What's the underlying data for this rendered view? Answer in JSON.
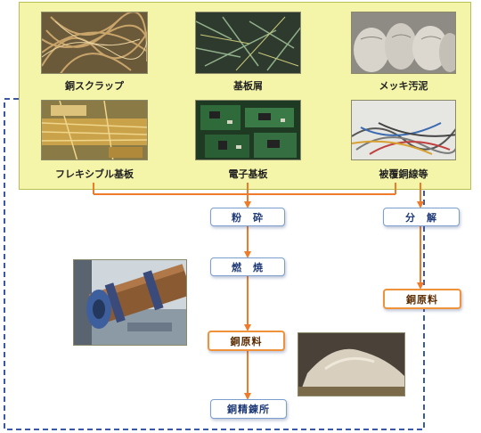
{
  "materials": [
    {
      "id": "copper-scrap",
      "label": "銅スクラップ"
    },
    {
      "id": "board-scrap",
      "label": "基板屑"
    },
    {
      "id": "plating-sludge",
      "label": "メッキ汚泥"
    },
    {
      "id": "flexible-board",
      "label": "フレキシブル基板"
    },
    {
      "id": "electronic-board",
      "label": "電子基板"
    },
    {
      "id": "coated-wire",
      "label": "被覆銅線等"
    }
  ],
  "process": {
    "crush": "粉　砕",
    "burn": "燃　焼",
    "copper_material_left": "銅原料",
    "refinery": "銅精錬所",
    "disassemble": "分　解",
    "copper_material_right": "銅原料"
  },
  "colors": {
    "panel": "#f4f5a9",
    "arrow": "#ef7a2a",
    "dashed_border": "#3b57a8",
    "box_border": "#7a9fce",
    "box_highlight_border": "#f0923a"
  }
}
